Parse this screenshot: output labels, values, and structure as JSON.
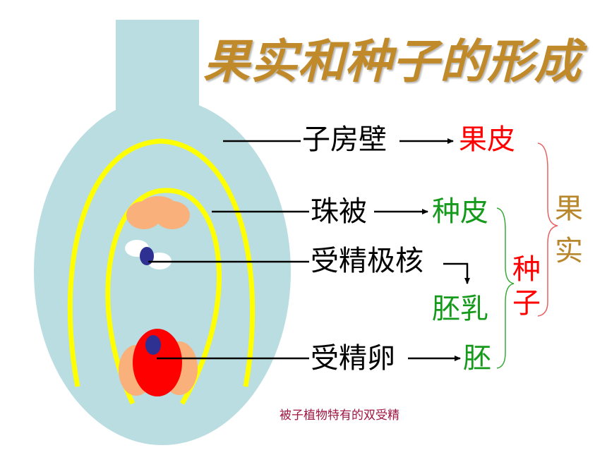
{
  "title": "果实和种子的形成",
  "parts": {
    "ovary_wall": "子房壁",
    "integument": "珠被",
    "fertilized_polar_nuclei": "受精极核",
    "fertilized_egg": "受精卵"
  },
  "products": {
    "pericarp": "果皮",
    "seed_coat": "种皮",
    "endosperm": "胚乳",
    "embryo": "胚"
  },
  "groups": {
    "fruit": [
      "果",
      "实"
    ],
    "seed": [
      "种",
      "子"
    ]
  },
  "caption": "被子植物特有的双受精",
  "colors": {
    "ovary": "#BADDE2",
    "wall_ring": "#FFFF00",
    "integument_tissue": "#F9B07A",
    "egg": "#FF0000",
    "nucleus": "#2E3192",
    "polar": "#FFFFFF",
    "title": "#C08A2A",
    "red_text": "#FF0000",
    "green_text": "#169A1C",
    "gold_text": "#B8862B"
  }
}
